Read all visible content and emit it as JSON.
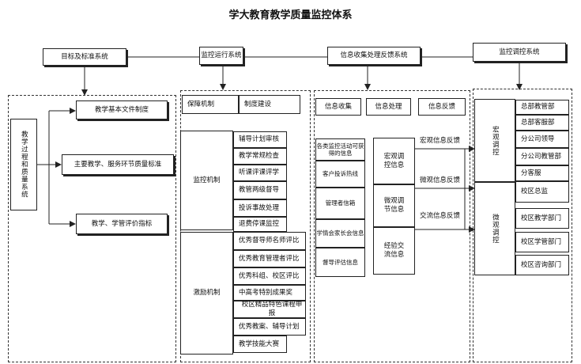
{
  "title": "学大教育教学质量监控体系",
  "top_systems": [
    "目标及标准系统",
    "监控运行系统",
    "信息收集处理反馈系统",
    "监控调控系统"
  ],
  "col1": {
    "vertical_label": "教学过程和质量系统",
    "items": [
      "教学基本文件制度",
      "主要教学、服务环节质量标准",
      "教学、学管评价指标"
    ]
  },
  "col2": {
    "headers": [
      "保障机制",
      "制度建设"
    ],
    "monitor_label": "监控机制",
    "monitor_items": [
      "辅导计划审核",
      "教学常规检查",
      "听课评课评学",
      "教管两级督导",
      "投诉事故处理",
      "退费停课监控"
    ],
    "incentive_label": "激励机制",
    "incentive_items": [
      "优秀督导师名师评比",
      "优秀教育管理者评比",
      "优秀科组、校区评比",
      "中高考特别成果奖",
      "校区精品特色课程申报",
      "优秀教案、辅导计划",
      "教学技能大赛"
    ]
  },
  "col3": {
    "headers": [
      "信息收集",
      "信息处理",
      "信息反馈"
    ],
    "sources": [
      "各类监控活动可获得的信息",
      "客户投诉热线",
      "管理者信箱",
      "学情会家长会信息",
      "督导评估信息"
    ],
    "processing": [
      "宏观调控信息",
      "微观调节信息",
      "经验交流信息"
    ],
    "feedback": [
      "宏观信息反馈",
      "微观信息反馈",
      "交流信息反馈"
    ]
  },
  "col4": {
    "macro_label": "宏观调控",
    "micro_label": "微观调控",
    "macro_items": [
      "总部教管部",
      "总部客服部",
      "分公司领导",
      "分公司教管部",
      "分客服"
    ],
    "micro_items": [
      "校区总监",
      "校区教学部门",
      "校区学管部门",
      "校区咨询部门"
    ]
  }
}
